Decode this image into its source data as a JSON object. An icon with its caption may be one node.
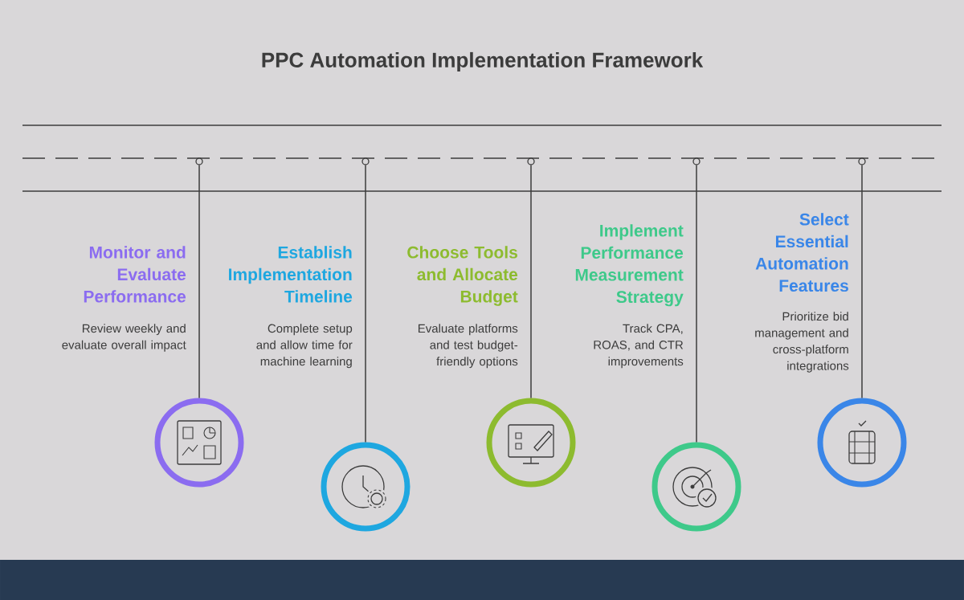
{
  "diagram": {
    "title": "PPC Automation Implementation Framework",
    "nodes": [
      {
        "text": [],
        "shape": "circle"
      },
      {
        "text": [],
        "shape": "circle"
      },
      {
        "text": [],
        "shape": "circle"
      },
      {
        "text": [],
        "shape": "circle"
      },
      {
        "text": [],
        "shape": "circle"
      },
      {
        "text": [],
        "shape": "circle"
      },
      {
        "text": [],
        "shape": "circle"
      },
      {
        "text": [],
        "shape": "circle"
      },
      {
        "text": [],
        "shape": "circle"
      },
      {
        "text": [],
        "shape": "circle"
      }
    ],
    "edges": [
      {
        "from": 0,
        "to": 5,
        "arrow": "none"
      },
      {
        "from": 1,
        "to": 6,
        "arrow": "none"
      },
      {
        "from": 2,
        "to": 7,
        "arrow": "none"
      },
      {
        "from": 3,
        "to": 8,
        "arrow": "none"
      },
      {
        "from": 4,
        "to": 9,
        "arrow": "none"
      }
    ],
    "labels": [
      "Monitor and Evaluate Performance",
      "Review weekly and evaluate overall impact",
      "Establish Implementation Timeline",
      "Complete setup and allow time for machine learning",
      "Choose Tools and Allocate Budget",
      "Evaluate platforms and test budget-friendly options",
      "Implement Performance Measurement Strategy",
      "Track CPA, ROAS, and CTR improvements",
      "Select Essential Automation Features",
      "Prioritize bid management and cross-platform integrations"
    ]
  }
}
